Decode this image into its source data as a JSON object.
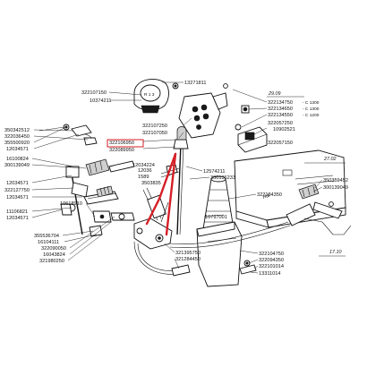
{
  "parts": {
    "p13271811": "13271811",
    "p322107150": "322107150",
    "p10374211": "10374211",
    "p322107250": "322107250",
    "p322107050": "322107050",
    "p322106950": "322106950",
    "p322089950": "322089950",
    "p350342512": "350342512",
    "p322036450": "322036450",
    "p355500920": "355500920",
    "p12034571a": "12034571",
    "p16100824": "16100824",
    "p300139049a": "300139049",
    "p12034571b": "12034571",
    "p322127750": "322127750",
    "p12034571c": "12034571",
    "p11106821": "11106821",
    "p12034571d": "12034571",
    "p10618910": "10618910",
    "p355536704": "355536704",
    "p16104111": "16104111",
    "p322090050": "322090050",
    "p16043824": "16043824",
    "p321980250": "321980250",
    "p322134750": "322134750",
    "p322134650": "322134650",
    "p322134550": "322134550",
    "p322057250": "322057250",
    "p10902521": "10902521",
    "p322057150": "322057150",
    "p12574211": "12574211",
    "p300136233": "300136233",
    "p322134350": "322134350",
    "p350359452": "350359452",
    "p300139049b": "300139049",
    "p10797001": "10797001",
    "p322104750": "322104750",
    "p322094350": "322094350",
    "p321284450": "321284450",
    "p322101014": "322101014",
    "p13311014": "13311014",
    "p321395750": "321395750",
    "p12034224": "12034224",
    "p12036": "12036",
    "p1589": "1589",
    "p3503835": "3503835"
  },
  "suffixes": {
    "c1300a": "- C 1300",
    "c1300b": "- C 1300",
    "c1200": "- C 1200"
  },
  "refs": {
    "r2909": "29.09",
    "r2702": "27.02",
    "r1710": "17.10"
  },
  "colors": {
    "highlight": "#d61f26",
    "line": "#111111"
  }
}
